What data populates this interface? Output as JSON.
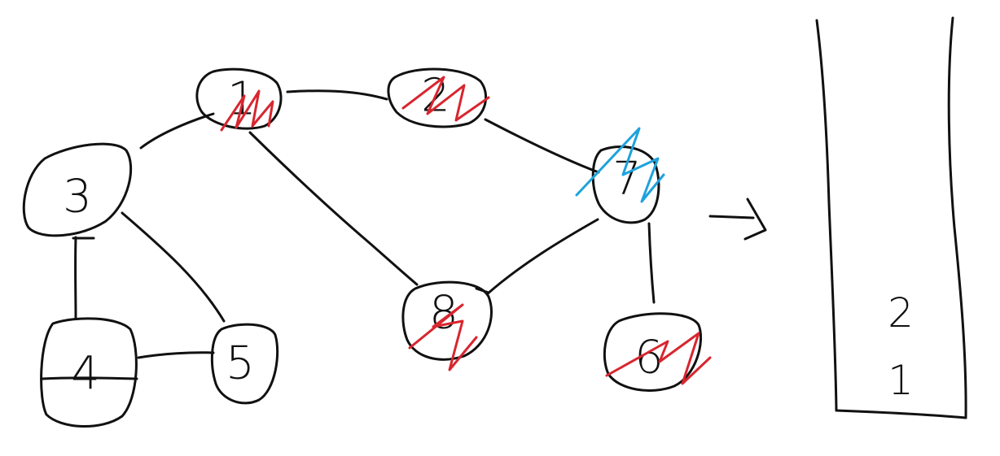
{
  "colors": {
    "ink": "#111111",
    "visited": "#d8262f",
    "current": "#1ea2dc",
    "background": "#ffffff"
  },
  "nodes": [
    {
      "id": "1",
      "label": "1",
      "mark": "visited"
    },
    {
      "id": "2",
      "label": "2",
      "mark": "visited"
    },
    {
      "id": "3",
      "label": "3",
      "mark": "none"
    },
    {
      "id": "4",
      "label": "4",
      "mark": "none"
    },
    {
      "id": "5",
      "label": "5",
      "mark": "none"
    },
    {
      "id": "6",
      "label": "6",
      "mark": "visited"
    },
    {
      "id": "7",
      "label": "7",
      "mark": "current"
    },
    {
      "id": "8",
      "label": "8",
      "mark": "visited"
    }
  ],
  "edges": [
    [
      "1",
      "2"
    ],
    [
      "1",
      "3"
    ],
    [
      "1",
      "8"
    ],
    [
      "2",
      "7"
    ],
    [
      "3",
      "4"
    ],
    [
      "3",
      "5"
    ],
    [
      "4",
      "5"
    ],
    [
      "7",
      "8"
    ],
    [
      "7",
      "6"
    ]
  ],
  "stack": {
    "items_top_to_bottom": [
      "2",
      "1"
    ]
  }
}
